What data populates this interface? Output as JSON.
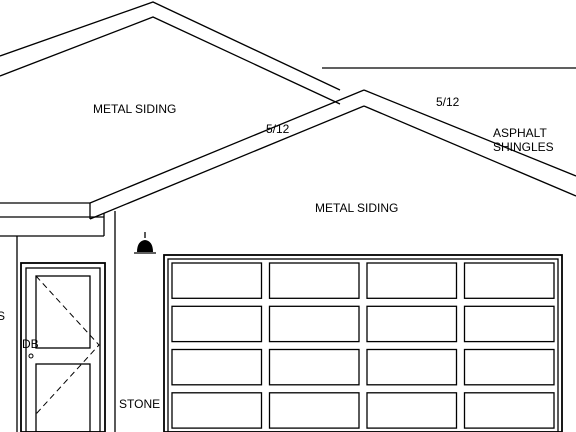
{
  "labels": {
    "upper_siding": "METAL SIDING",
    "lower_siding": "METAL SIDING",
    "pitch_left": "5/12",
    "pitch_right": "5/12",
    "roof_line1": "ASPHALT",
    "roof_line2": "SHINGLES",
    "door_tag": "DB",
    "base": "STONE",
    "edge_fragment": "S"
  },
  "garage_door": {
    "rows": 4,
    "columns": 4
  },
  "colors": {
    "line": "#000000",
    "background": "#ffffff"
  }
}
